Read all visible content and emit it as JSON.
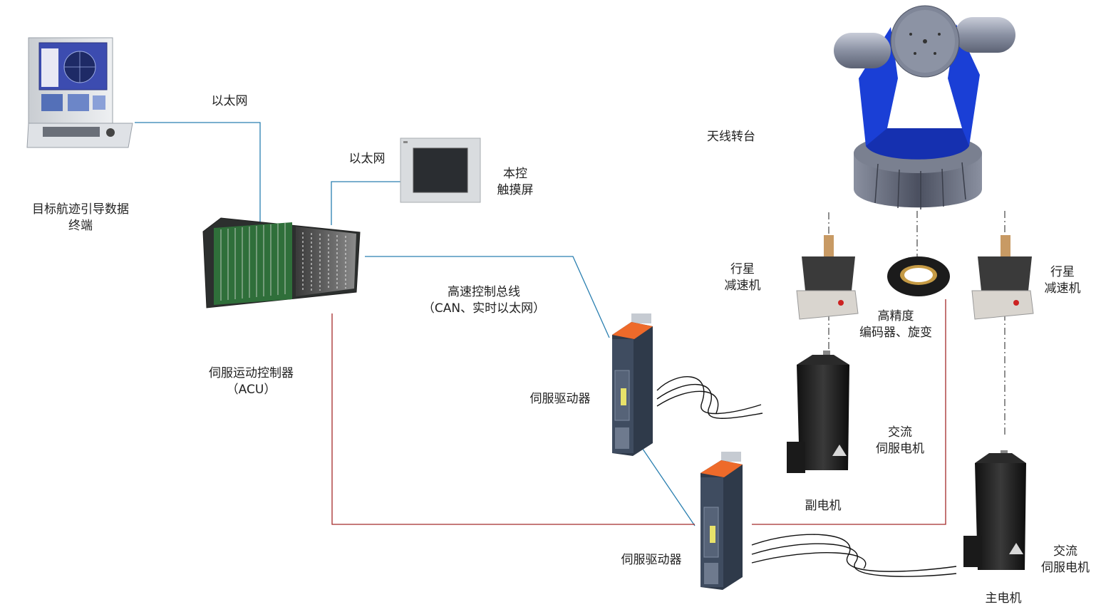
{
  "labels": {
    "terminal": [
      "目标航迹引导数据",
      "终端"
    ],
    "ethernet_top": "以太网",
    "ethernet_mid": "以太网",
    "touchscreen": [
      "本控",
      "触摸屏"
    ],
    "controller": [
      "伺服运动控制器",
      "（ACU）"
    ],
    "bus": [
      "高速控制总线",
      "（CAN、实时以太网）"
    ],
    "servo_driver_1": "伺服驱动器",
    "servo_driver_2": "伺服驱动器",
    "antenna": "天线转台",
    "reducer_left": [
      "行星",
      "减速机"
    ],
    "reducer_right": [
      "行星",
      "减速机"
    ],
    "encoder": [
      "高精度",
      "编码器、旋变"
    ],
    "ac_motor_1": [
      "交流",
      "伺服电机"
    ],
    "ac_motor_2": [
      "交流",
      "伺服电机"
    ],
    "sub_motor": "副电机",
    "main_motor": "主电机"
  },
  "colors": {
    "ethernet_line": "#2a7fb0",
    "power_line": "#a52a2a",
    "turret_blue": "#1a3fd6",
    "turret_base": "#6e7484",
    "driver_orange": "#ee6a2a",
    "driver_body": "#3a4658"
  }
}
